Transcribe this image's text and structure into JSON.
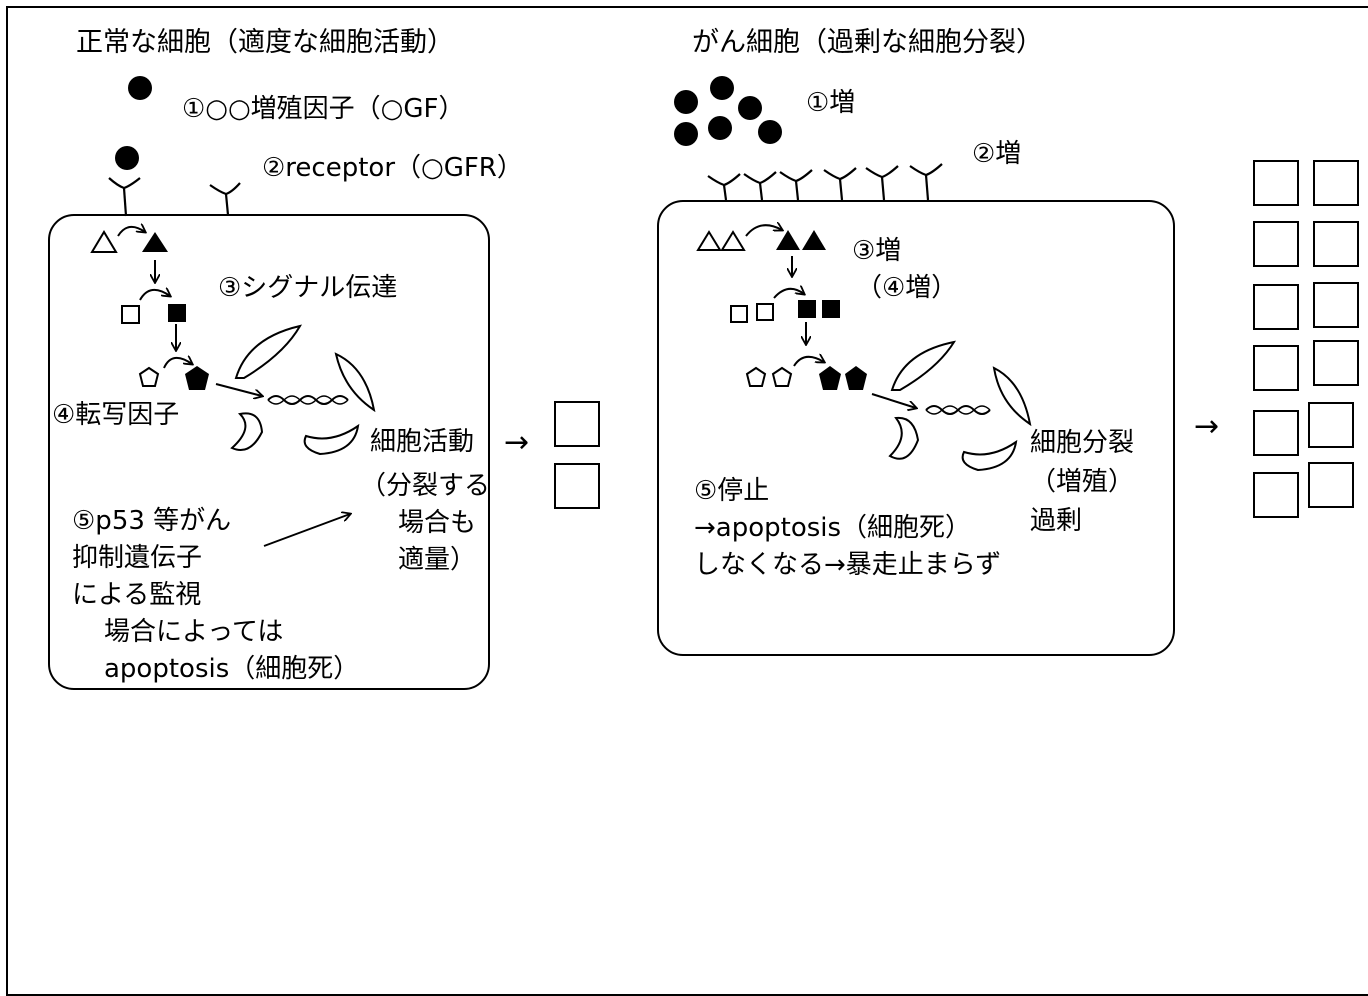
{
  "left": {
    "title": "正常な細胞（適度な細胞活動）",
    "label_gf": "①○○増殖因子（○GF）",
    "label_receptor": "②receptor（○GFR）",
    "label_signal": "③シグナル伝達",
    "label_tf": "④転写因子",
    "label_activity": [
      "細胞活動",
      "（分裂する",
      "場合も",
      "適量）"
    ],
    "label_p53": [
      "⑤p53 等がん",
      "抑制遺伝子",
      "による監視",
      "場合によっては",
      "apoptosis（細胞死）"
    ]
  },
  "right": {
    "title": "がん細胞（過剰な細胞分裂）",
    "label_gf": "①増",
    "label_receptor": "②増",
    "label_signal": "③増",
    "label_signal_sub": "（④増）",
    "label_division": [
      "細胞分裂",
      "（増殖）",
      "過剰"
    ],
    "label_stop": [
      "⑤停止",
      "→apoptosis（細胞死）",
      "しなくなる→暴走止まらず"
    ]
  },
  "arrows": {
    "glyph": "→"
  }
}
